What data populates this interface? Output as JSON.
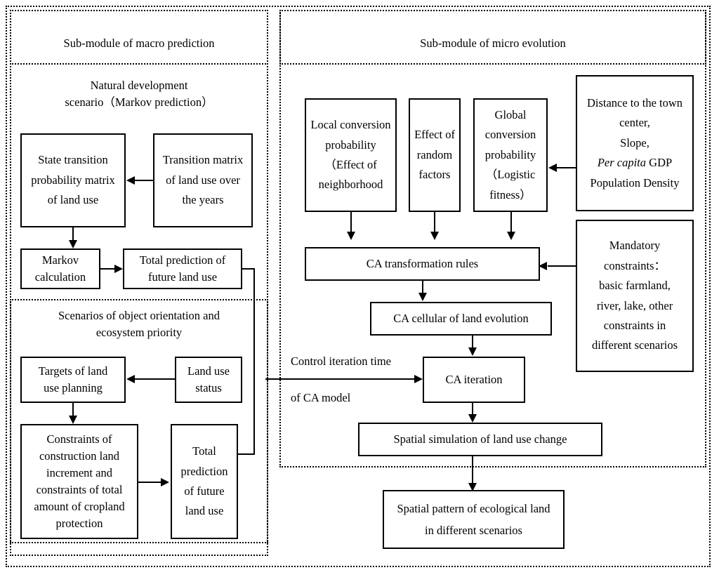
{
  "diagram": {
    "title_macro": "Sub-module of macro prediction",
    "title_micro": "Sub-module of micro evolution",
    "section_natural": "Natural development\nscenario（Markov prediction）",
    "section_scenarios": "Scenarios of object orientation and\necosystem priority",
    "control_label_line1": "Control iteration time",
    "control_label_line2": "of CA model"
  },
  "macro": {
    "boxes": {
      "state_transition": "State transition\nprobability matrix\nof land use",
      "transition_matrix": "Transition matrix\nof land use over\nthe years",
      "markov_calculation": "Markov\ncalculation",
      "total_prediction_future": "Total prediction of\nfuture land use",
      "targets_land_use_planning": "Targets of land\nuse planning",
      "land_use_status": "Land use\nstatus",
      "constraints_construction": "Constraints of\nconstruction land\nincrement and\nconstraints of total\namount of cropland\nprotection",
      "total_prediction_of_future_land_use": "Total\nprediction\nof future\nland use"
    }
  },
  "micro": {
    "boxes": {
      "local_conversion": "Local conversion\nprobability\n（Effect of\nneighborhood",
      "random_effect": "Effect of\nrandom\nfactors",
      "global_conversion": "Global\nconversion\nprobability\n（Logistic\nfitness）",
      "driving_factors_line1": "Distance to the town",
      "driving_factors_line2": "center,",
      "driving_factors_line3": "Slope,",
      "driving_factors_line4_italic": "Per capita",
      "driving_factors_line4_rest": " GDP",
      "driving_factors_line5": "Population Density",
      "mandatory_constraints": "Mandatory\nconstraints：\nbasic farmland,\nriver, lake, other\nconstraints in\ndifferent scenarios",
      "ca_transformation_rules": "CA transformation rules",
      "ca_cellular": "CA cellular of land evolution",
      "ca_iteration": "CA iteration",
      "spatial_simulation": "Spatial simulation of land use change",
      "spatial_pattern": "Spatial pattern of ecological land\nin different scenarios"
    }
  },
  "colors": {
    "stroke": "#000000",
    "background": "#ffffff"
  }
}
